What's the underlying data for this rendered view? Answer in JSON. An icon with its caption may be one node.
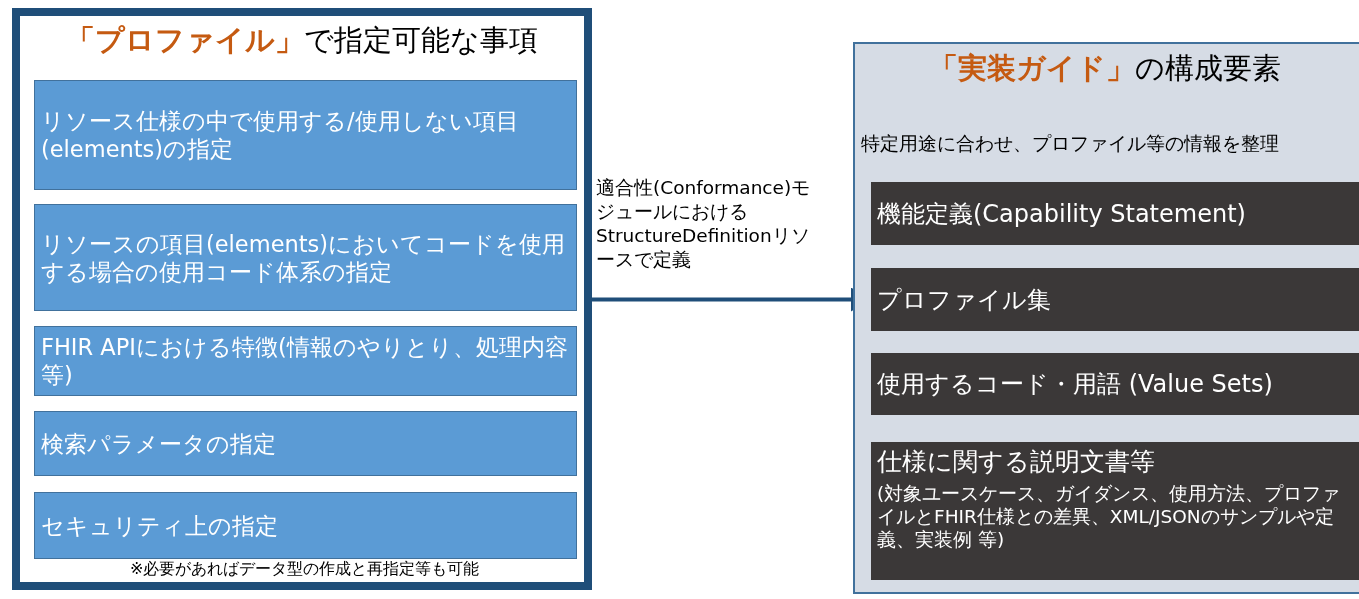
{
  "diagram": {
    "nodes": [
      {
        "text": [
          "**「プロファイル」**で指定可能な事項",
          "※必要があればデータ型の作成と再指定等も可能"
        ]
      },
      {
        "text": [
          "リソース仕様の中で使用する/使用しない項目(elements)の指定"
        ],
        "in": 0
      },
      {
        "text": [
          "リソースの項目(elements)においてコードを使用する場合の使用コード体系の指定"
        ],
        "in": 0
      },
      {
        "text": [
          "FHIR APIにおける特徴(情報のやりとり、処理内容等)"
        ],
        "in": 0
      },
      {
        "text": [
          "検索パラメータの指定"
        ],
        "in": 0
      },
      {
        "text": [
          "セキュリティ上の指定"
        ],
        "in": 0
      },
      {
        "text": [
          "**「実装ガイド」**の構成要素",
          "特定用途に合わせ、プロファイル等の情報を整理"
        ]
      },
      {
        "text": [
          "機能定義(Capability Statement)"
        ],
        "in": 6
      },
      {
        "text": [
          "プロファイル集"
        ],
        "in": 6
      },
      {
        "text": [
          "使用するコード・用語 (Value Sets)"
        ],
        "in": 6
      },
      {
        "text": [
          "仕様に関する説明文書等",
          "(対象ユースケース、ガイダンス、使用方法、プロファイルとFHIR仕様との差異、XML/JSONのサンプルや定義、実装例 等)"
        ],
        "in": 6
      }
    ],
    "edges": [
      {
        "from": 0,
        "to": 8,
        "arrow": "to",
        "label": "適合性(Conformance)モジュールにおけるStructureDefinitionリソースで定義"
      }
    ]
  }
}
